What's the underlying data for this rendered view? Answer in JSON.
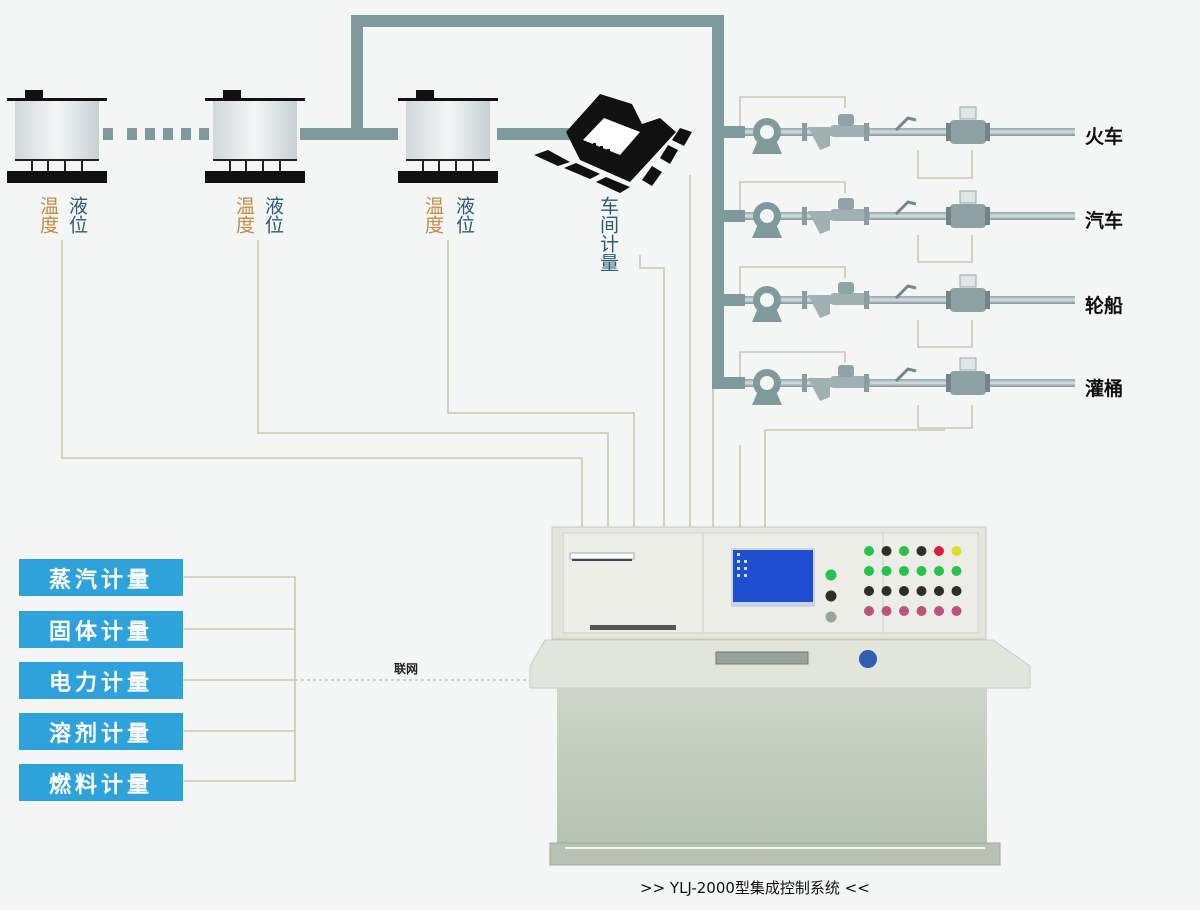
{
  "tanks": [
    {
      "temp_label": "温度",
      "level_label": "液位"
    },
    {
      "temp_label": "温度",
      "level_label": "液位"
    },
    {
      "temp_label": "温度",
      "level_label": "液位"
    }
  ],
  "workshop": {
    "label": "车间计量",
    "icon": "house-icon"
  },
  "destinations": [
    {
      "label": "火车"
    },
    {
      "label": "汽车"
    },
    {
      "label": "轮船"
    },
    {
      "label": "灌桶"
    }
  ],
  "meters": [
    {
      "label": "蒸汽计量"
    },
    {
      "label": "固体计量"
    },
    {
      "label": "电力计量"
    },
    {
      "label": "溶剂计量"
    },
    {
      "label": "燃料计量"
    }
  ],
  "network_label": "联网",
  "caption": ">> YLJ-2000型集成控制系统 <<",
  "colors": {
    "pipe": "#7f9a9c",
    "wire": "#c9c9ae",
    "meter_box": "#2ea3db",
    "console": "#e6e8dc",
    "console_body": "#bfcbbc",
    "screen": "#1f4fd1"
  },
  "console": {
    "indicator_rows": [
      [
        "green",
        "dark",
        "green",
        "dark",
        "red",
        "yellow"
      ],
      [
        "green",
        "green",
        "green",
        "green",
        "green",
        "green"
      ],
      [
        "dark",
        "dark",
        "dark",
        "dark",
        "dark",
        "dark"
      ],
      [
        "pink",
        "pink",
        "pink",
        "pink",
        "pink",
        "pink"
      ]
    ],
    "side_knobs": [
      "green",
      "dark",
      "gray"
    ]
  }
}
